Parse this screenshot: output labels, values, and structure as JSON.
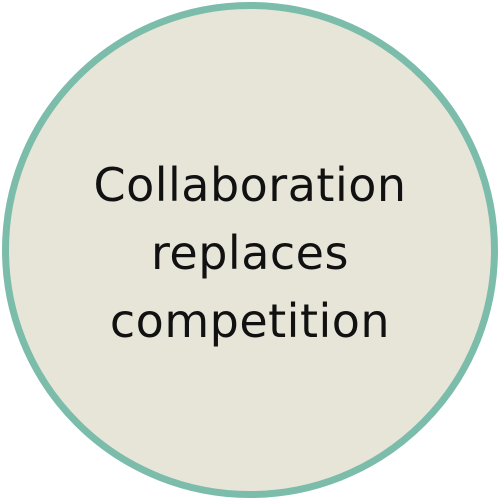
{
  "badge": {
    "lines": [
      "Collaboration",
      "replaces",
      "competition"
    ],
    "colors": {
      "fill": "#e7e5d8",
      "border": "#7bbcaa",
      "text": "#111111"
    }
  }
}
